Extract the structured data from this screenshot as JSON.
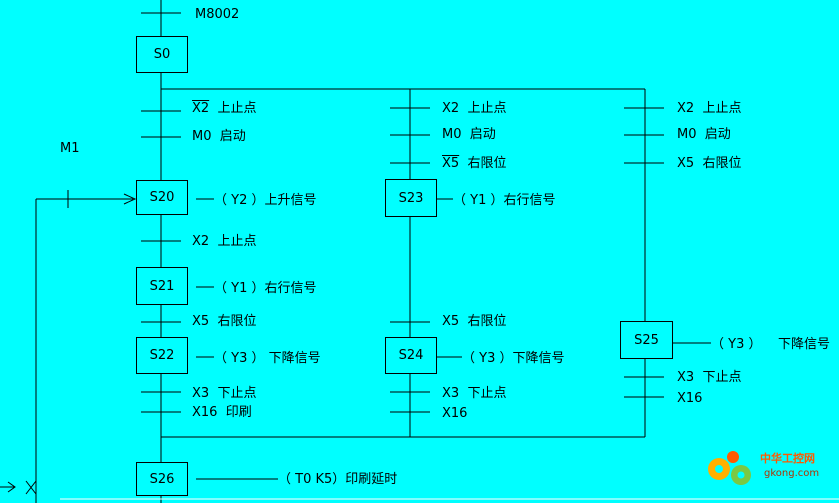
{
  "initial_condition": "M8002",
  "m1_label": "M1",
  "steps": {
    "s0": "S0",
    "s20": "S20",
    "s21": "S21",
    "s22": "S22",
    "s23": "S23",
    "s24": "S24",
    "s25": "S25",
    "s26": "S26"
  },
  "transitions": {
    "b1_x2": "X2",
    "b1_x2_text": "上止点",
    "b1_m0": "M0",
    "b1_m0_text": "启动",
    "b2_x2": "X2",
    "b2_x2_text": "上止点",
    "b2_m0": "M0",
    "b2_m0_text": "启动",
    "b2_x5": "X5",
    "b2_x5_text": "右限位",
    "b3_x2": "X2",
    "b3_x2_text": "上止点",
    "b3_m0": "M0",
    "b3_m0_text": "启动",
    "b3_x5": "X5",
    "b3_x5_text": "右限位",
    "s20_x2": "X2",
    "s20_x2_text": "上止点",
    "s21_x5": "X5",
    "s21_x5_text": "右限位",
    "s23_x5": "X5",
    "s23_x5_text": "右限位",
    "s22_x3": "X3",
    "s22_x3_text": "下止点",
    "s22_x16": "X16",
    "s22_x16_text": "印刷",
    "s24_x3": "X3",
    "s24_x3_text": "下止点",
    "s24_x16": "X16",
    "s25_x3": "X3",
    "s25_x3_text": "下止点",
    "s25_x16": "X16"
  },
  "actions": {
    "s20": "（ Y2 ）上升信号",
    "s21": "（ Y1 ）右行信号",
    "s22": "（ Y3 ） 下降信号",
    "s23": "（ Y1 ）右行信号",
    "s24": "（ Y3 ）下降信号",
    "s25_coil": "（ Y3 ）",
    "s25_text": "下降信号",
    "s26": "（ T0  K5）印刷延时"
  },
  "logo": {
    "text": "中华工控网",
    "sub": "gkong.com",
    "colors": [
      "#ff5a00",
      "#ffb000",
      "#7ac943"
    ]
  }
}
